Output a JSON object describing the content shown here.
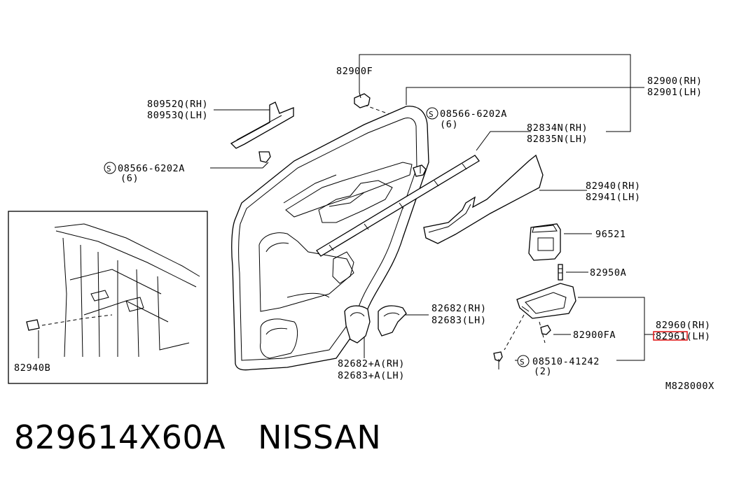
{
  "diagram": {
    "labels": {
      "l_82900F": "82900F",
      "l_82900": "82900(RH)",
      "l_82901": "82901(LH)",
      "l_80952Q": "80952Q(RH)",
      "l_80953Q": "80953Q(LH)",
      "l_s08566_top": "08566-6202A",
      "l_s08566_top_qty": "(6)",
      "l_82834N": "82834N(RH)",
      "l_82835N": "82835N(LH)",
      "l_s08566_left": "08566-6202A",
      "l_s08566_left_qty": "(6)",
      "l_82940": "82940(RH)",
      "l_82941": "82941(LH)",
      "l_96521": "96521",
      "l_82950A": "82950A",
      "l_82682": "82682(RH)",
      "l_82683": "82683(LH)",
      "l_82960": "82960(RH)",
      "l_82961": "82961(LH)",
      "l_82900FA": "82900FA",
      "l_s08510": "08510-41242",
      "l_s08510_qty": "(2)",
      "l_82682A": "82682+A(RH)",
      "l_82683A": "82683+A(LH)",
      "l_82940B": "82940B",
      "l_ref": "M828000X",
      "sym_s": "S"
    },
    "highlight_color": "#e02020"
  },
  "caption": {
    "part_number": "829614X60A",
    "brand": "NISSAN"
  }
}
